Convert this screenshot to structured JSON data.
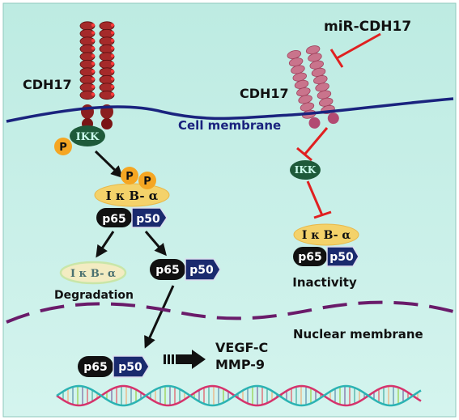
{
  "labels": {
    "cdh17_left": "CDH17",
    "cdh17_right": "CDH17",
    "mir": "miR-CDH17",
    "cell_membrane": "Cell membrane",
    "nuclear_membrane": "Nuclear membrane",
    "ikk": "IKK",
    "p": "P",
    "ikb": "I κ B- α",
    "p65": "p65",
    "p50": "p50",
    "degradation": "Degradation",
    "inactivity": "Inactivity",
    "vegf": "VEGF-C",
    "mmp": "MMP-9"
  },
  "colors": {
    "background": "#c9f0e8",
    "cell_membrane": "#1a237e",
    "nuclear_membrane": "#6a1b6a",
    "cadherin_active": "#a52a2a",
    "cadherin_inactive": "#c9748c",
    "ikk": "#1e5a3a",
    "phospho": "#f5a623",
    "ikb_fill": "#f4d26a",
    "p65_fill": "#111111",
    "p50_fill": "#1a2a6e",
    "inhibit": "#e02020",
    "arrow": "#111111"
  }
}
